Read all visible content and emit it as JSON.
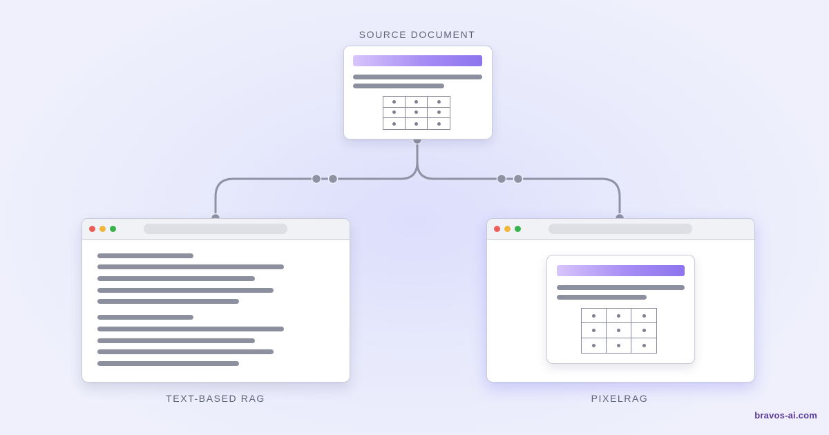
{
  "labels": {
    "source": "SOURCE DOCUMENT",
    "text_rag": "TEXT-BASED RAG",
    "pixel_rag": "PIXELRAG"
  },
  "brand": "bravos-ai.com",
  "colors": {
    "background": "#e8eafc",
    "accent_gradient_start": "#d7c5fb",
    "accent_gradient_end": "#8d74ee",
    "connector": "#8f92a2",
    "text_line": "#8c8f9e",
    "window_dot_close": "#ec5d57",
    "window_dot_minimize": "#f2b43a",
    "window_dot_maximize": "#38b24a",
    "brand_text": "#5a3a9a"
  }
}
